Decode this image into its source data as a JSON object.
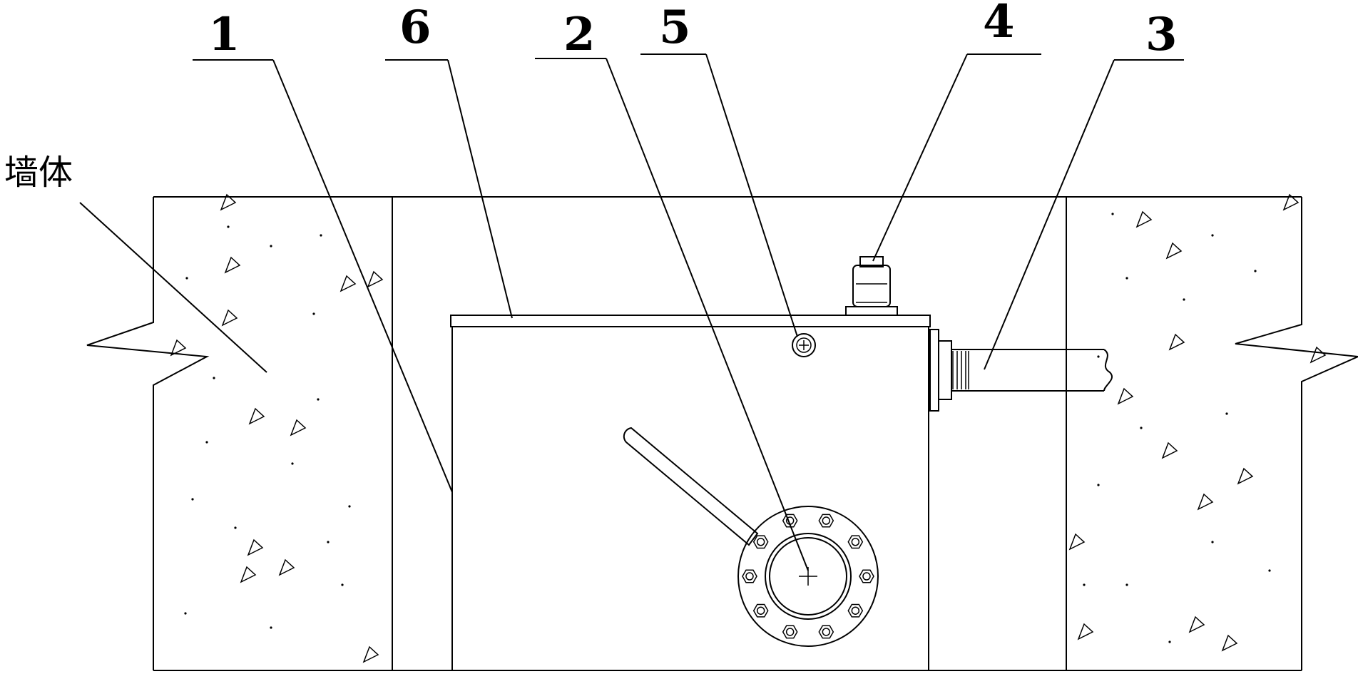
{
  "labels": {
    "l1": "1",
    "l6": "6",
    "l2": "2",
    "l5": "5",
    "l4": "4",
    "l3": "3",
    "wall": "墙体"
  },
  "colors": {
    "line": "#000000",
    "background": "#ffffff"
  },
  "icons": {
    "aggregate": "triangle-mark",
    "bolt": "hex-nut-icon"
  }
}
